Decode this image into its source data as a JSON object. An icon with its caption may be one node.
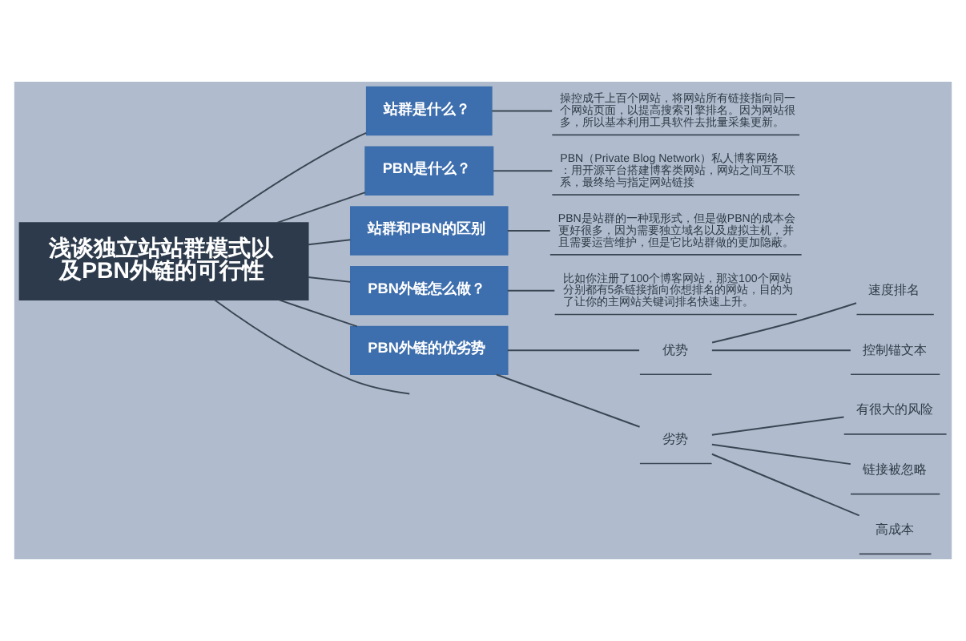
{
  "diagram": {
    "nodes": [
      {
        "text": [
          "浅谈独立站站群模式以及PBN外链的可行性"
        ]
      },
      {
        "text": [
          "站群是什么？"
        ]
      },
      {
        "text": [
          "操控成千上百个网站，将网站所有链接指向同一个网站页面，以提高搜索引擎排名。因为网站很多，所以基本利用工具软件去批量采集更新。"
        ]
      },
      {
        "text": [
          "PBN是什么？"
        ]
      },
      {
        "text": [
          "PBN（Private Blog Network）私人博客网络：用开源平台搭建博客类网站，网站之间互不联系，最终给与指定网站链接"
        ]
      },
      {
        "text": [
          "站群和PBN的区别"
        ]
      },
      {
        "text": [
          "PBN是站群的一种现形式，但是做PBN的成本会更好很多，因为需要独立域名以及虚拟主机，并且需要运营维护，但是它比站群做的更加隐蔽。"
        ]
      },
      {
        "text": [
          "PBN外链怎么做？"
        ]
      },
      {
        "text": [
          "比如你注册了100个博客网站，那这100个网站分别都有5条链接指向你想排名的网站，目的为了让你的主网站关键词排名快速上升。"
        ]
      },
      {
        "text": [
          "PBN外链的优劣势"
        ]
      },
      {
        "text": [
          "优势"
        ]
      },
      {
        "text": [
          "速度排名"
        ]
      },
      {
        "text": [
          "控制锚文本"
        ]
      },
      {
        "text": [
          "劣势"
        ]
      },
      {
        "text": [
          "有很大的风险"
        ]
      },
      {
        "text": [
          "链接被忽略"
        ]
      },
      {
        "text": [
          "高成本"
        ]
      }
    ],
    "edges": [
      {
        "from": 0,
        "to": 1,
        "arrow": "none"
      },
      {
        "from": 1,
        "to": 2,
        "arrow": "none"
      },
      {
        "from": 0,
        "to": 3,
        "arrow": "none"
      },
      {
        "from": 3,
        "to": 4,
        "arrow": "none"
      },
      {
        "from": 0,
        "to": 5,
        "arrow": "none"
      },
      {
        "from": 5,
        "to": 6,
        "arrow": "none"
      },
      {
        "from": 0,
        "to": 7,
        "arrow": "none"
      },
      {
        "from": 7,
        "to": 8,
        "arrow": "none"
      },
      {
        "from": 0,
        "to": 9,
        "arrow": "none"
      },
      {
        "from": 9,
        "to": 10,
        "arrow": "none"
      },
      {
        "from": 10,
        "to": 11,
        "arrow": "none"
      },
      {
        "from": 10,
        "to": 12,
        "arrow": "none"
      },
      {
        "from": 9,
        "to": 13,
        "arrow": "none"
      },
      {
        "from": 13,
        "to": 14,
        "arrow": "none"
      },
      {
        "from": 13,
        "to": 15,
        "arrow": "none"
      },
      {
        "from": 13,
        "to": 16,
        "arrow": "none"
      },
      {
        "from": 0,
        "to": null,
        "arrow": "none"
      }
    ]
  }
}
